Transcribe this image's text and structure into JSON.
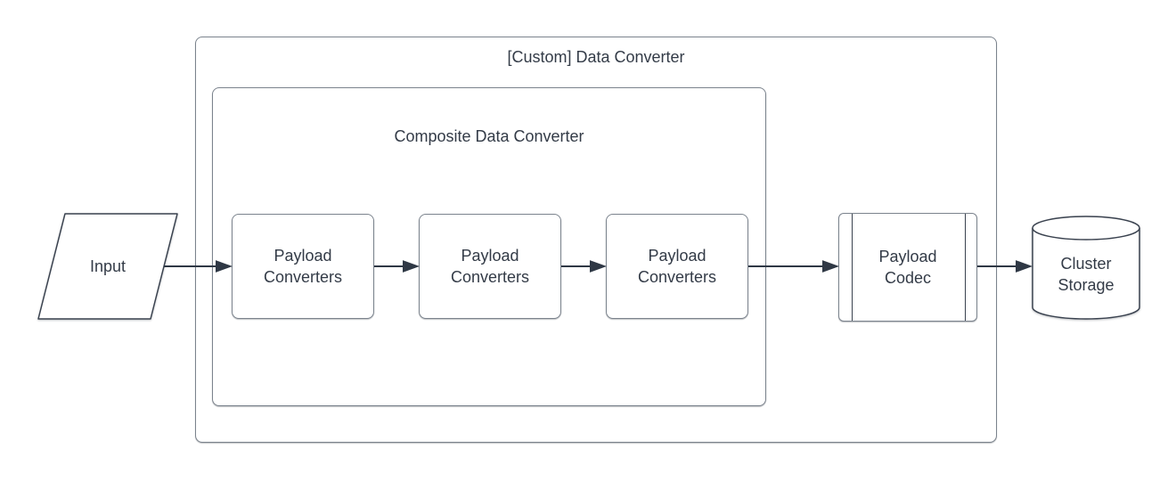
{
  "diagram": {
    "outer_container": {
      "title": "[Custom] Data Converter"
    },
    "inner_container": {
      "title": "Composite Data Converter"
    },
    "input_node": {
      "label": "Input",
      "shape": "parallelogram"
    },
    "converter_nodes": [
      {
        "line1": "Payload",
        "line2": "Converters"
      },
      {
        "line1": "Payload",
        "line2": "Converters"
      },
      {
        "line1": "Payload",
        "line2": "Converters"
      }
    ],
    "codec_node": {
      "line1": "Payload",
      "line2": "Codec",
      "shape": "predefined-process"
    },
    "storage_node": {
      "line1": "Cluster",
      "line2": "Storage",
      "shape": "cylinder"
    },
    "colors": {
      "background": "#ffffff",
      "container_border": "#7b838d",
      "shape_border": "#3a424f",
      "arrow": "#2f3845",
      "text": "#333b47"
    }
  }
}
